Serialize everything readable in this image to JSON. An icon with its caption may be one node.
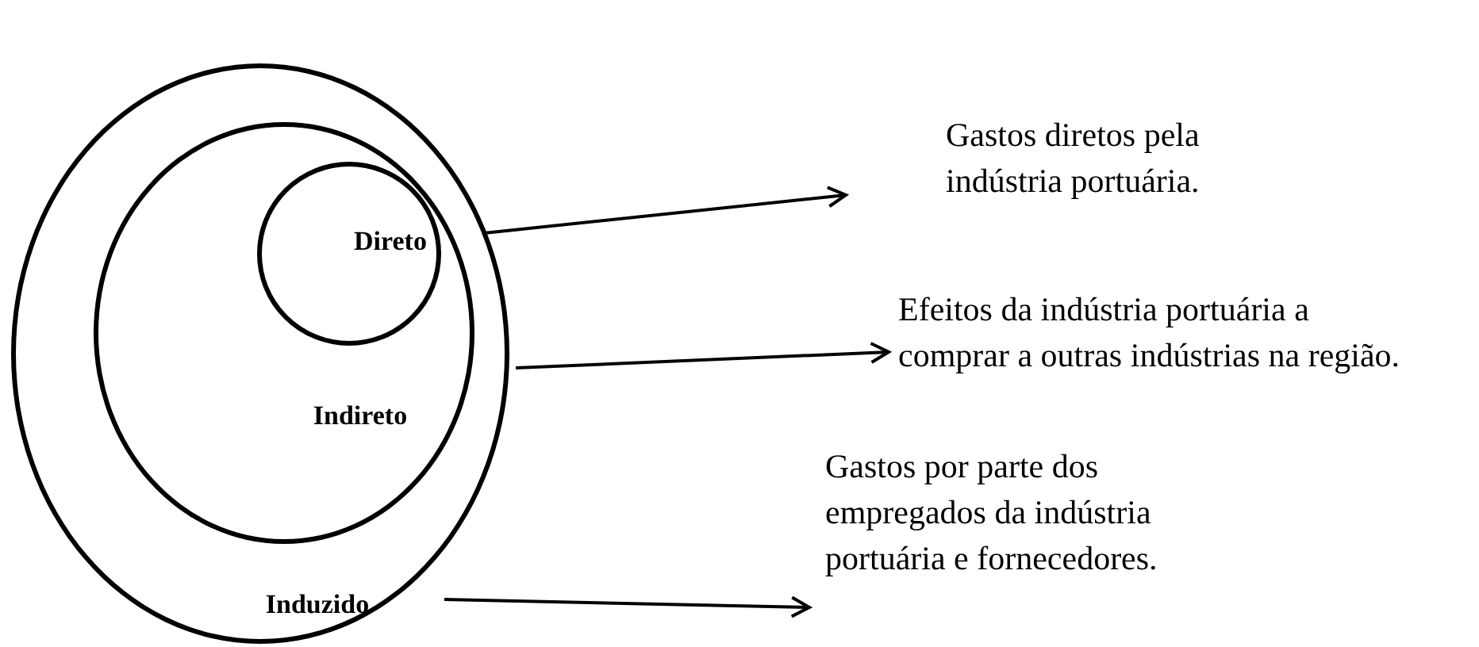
{
  "diagram": {
    "nodes": [
      {
        "text": [
          "Induzido"
        ]
      },
      {
        "text": [
          "Indireto"
        ],
        "in": 0
      },
      {
        "text": [
          "Direto"
        ],
        "in": 1
      },
      {
        "text": [
          "Gastos diretos pela indústria portuária."
        ]
      },
      {
        "text": [
          "Efeitos da indústria portuária a comprar a outras indústrias na região."
        ]
      },
      {
        "text": [
          "Gastos por parte dos empregados da indústria portuária e fornecedores."
        ]
      }
    ],
    "edges": [
      {
        "from": 2,
        "to": 3,
        "arrow": "to"
      },
      {
        "from": 1,
        "to": 4,
        "arrow": "to"
      },
      {
        "from": 0,
        "to": 5,
        "arrow": "to"
      }
    ]
  }
}
